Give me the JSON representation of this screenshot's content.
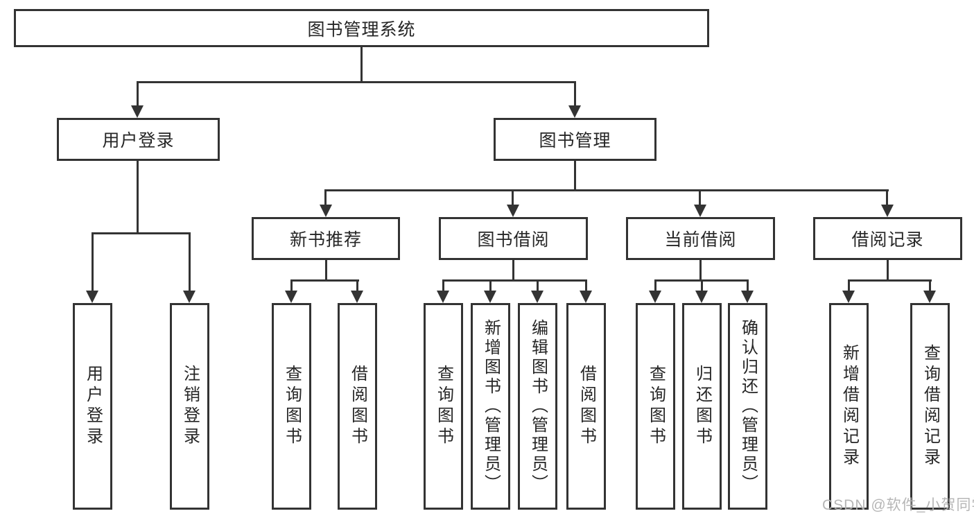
{
  "diagram": {
    "root": {
      "label": "图书管理系统"
    },
    "level2": [
      {
        "id": "user-login",
        "label": "用户登录"
      },
      {
        "id": "book-management",
        "label": "图书管理"
      }
    ],
    "level3": [
      {
        "id": "new-book-recommend",
        "label": "新书推荐"
      },
      {
        "id": "book-borrow",
        "label": "图书借阅"
      },
      {
        "id": "current-borrow",
        "label": "当前借阅"
      },
      {
        "id": "borrow-records",
        "label": "借阅记录"
      }
    ],
    "leaves": {
      "user_login": [
        "用户登录",
        "注销登录"
      ],
      "new_book_recommend": [
        "查询图书",
        "借阅图书"
      ],
      "book_borrow": [
        "查询图书",
        "新增图书（管理员）",
        "编辑图书（管理员）",
        "借阅图书"
      ],
      "current_borrow": [
        "查询图书",
        "归还图书",
        "确认归还（管理员）"
      ],
      "borrow_records": [
        "新增借阅记录",
        "查询借阅记录"
      ]
    }
  },
  "watermark": {
    "text": "CSDN @软件_小贺同学"
  },
  "colors": {
    "line": "#333333",
    "text": "#262626",
    "background": "#ffffff",
    "watermark": "#b2b2b2"
  }
}
